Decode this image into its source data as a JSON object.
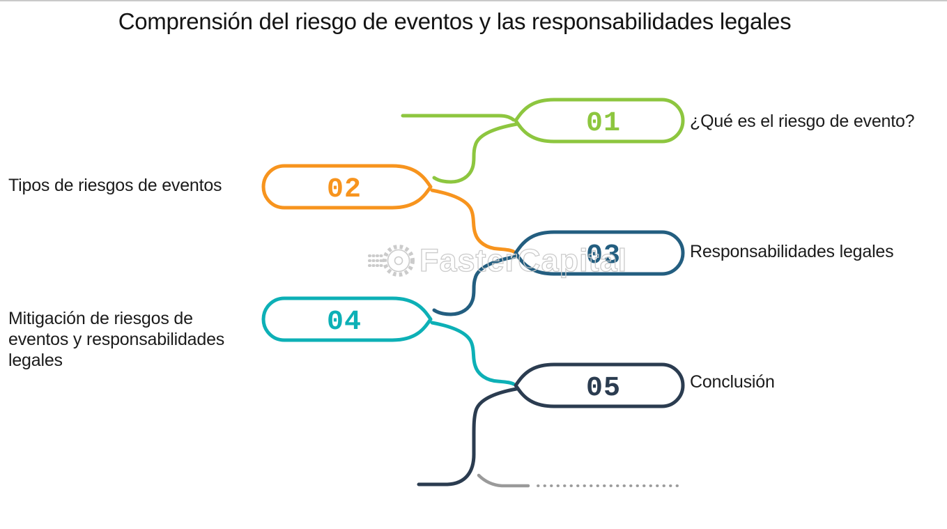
{
  "title": "Comprensión del riesgo de eventos y las responsabilidades legales",
  "watermark": {
    "text": "FasterCapital",
    "logo": "gear-icon"
  },
  "steps": [
    {
      "number": "01",
      "label": "¿Qué es el riesgo de evento?",
      "side": "right",
      "color": "#8dc63f"
    },
    {
      "number": "02",
      "label": "Tipos de riesgos de eventos",
      "side": "left",
      "color": "#f7941e"
    },
    {
      "number": "03",
      "label": "Responsabilidades legales",
      "side": "right",
      "color": "#235e80"
    },
    {
      "number": "04",
      "label": "Mitigación de riesgos de eventos y responsabilidades legales",
      "side": "left",
      "color": "#0db0b6"
    },
    {
      "number": "05",
      "label": "Conclusión",
      "side": "right",
      "color": "#2b3c50"
    }
  ],
  "colors": {
    "green": "#8dc63f",
    "orange": "#f7941e",
    "steel_blue": "#235e80",
    "teal": "#0db0b6",
    "navy": "#2b3c50",
    "tail_gray": "#9a9a9a",
    "watermark_gray": "#cbcbcb",
    "text": "#1b1b1b",
    "background": "#ffffff"
  }
}
